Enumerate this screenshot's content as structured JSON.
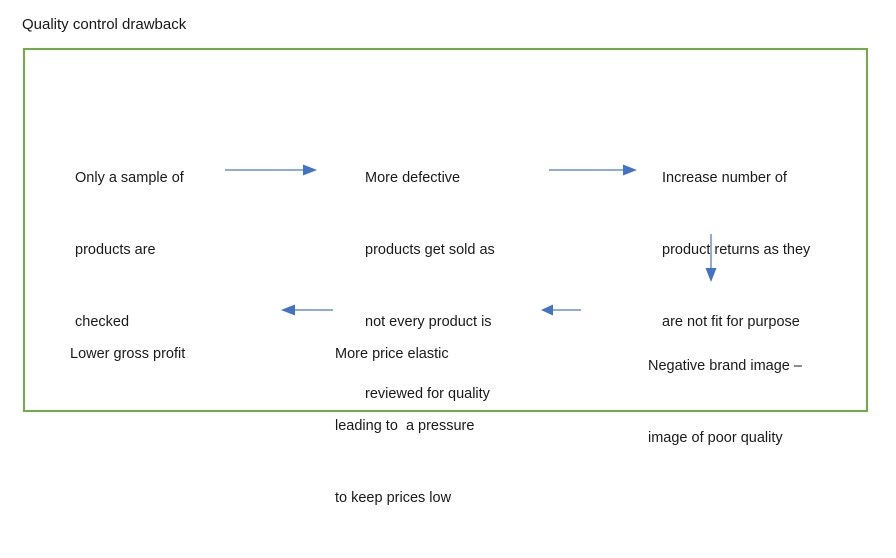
{
  "page": {
    "title": "Quality control drawback",
    "background_color": "#ffffff",
    "text_color": "#1a1a1a"
  },
  "frame": {
    "border_color": "#70AD47",
    "fill_color": "#ffffff"
  },
  "palette": {
    "arrow_shaft": "#8FAADC",
    "arrow_head": "#4472C4",
    "frame_green": "#70AD47"
  },
  "diagram": {
    "type": "flowchart",
    "nodes": [
      {
        "id": "sample",
        "name": "only-a-sample-of-products-are-checked",
        "lines": [
          "Only a sample of",
          "products are",
          "checked"
        ]
      },
      {
        "id": "defective",
        "name": "more-defective-products-get-sold",
        "lines": [
          "More defective",
          "products get sold as",
          "not every product is",
          "reviewed for quality"
        ]
      },
      {
        "id": "returns",
        "name": "increase-number-of-product-returns",
        "lines": [
          "Increase number of",
          "product returns as they",
          "are not fit for purpose"
        ]
      },
      {
        "id": "brand",
        "name": "negative-brand-image",
        "lines": [
          "Negative brand image –",
          "image of poor quality"
        ]
      },
      {
        "id": "elastic",
        "name": "more-price-elastic-pressure-to-keep-prices-low",
        "lines": [
          "More price elastic",
          "leading to  a pressure",
          "to keep prices low"
        ]
      },
      {
        "id": "profit",
        "name": "lower-gross-profit",
        "lines": [
          "Lower gross profit"
        ]
      }
    ],
    "arrows": [
      {
        "id": "arrow-1",
        "from": "sample",
        "to": "defective",
        "direction": "right"
      },
      {
        "id": "arrow-2",
        "from": "defective",
        "to": "returns",
        "direction": "right"
      },
      {
        "id": "arrow-3",
        "from": "returns",
        "to": "brand",
        "direction": "down"
      },
      {
        "id": "arrow-4",
        "from": "brand",
        "to": "elastic",
        "direction": "left"
      },
      {
        "id": "arrow-5",
        "from": "elastic",
        "to": "profit",
        "direction": "left"
      }
    ]
  }
}
